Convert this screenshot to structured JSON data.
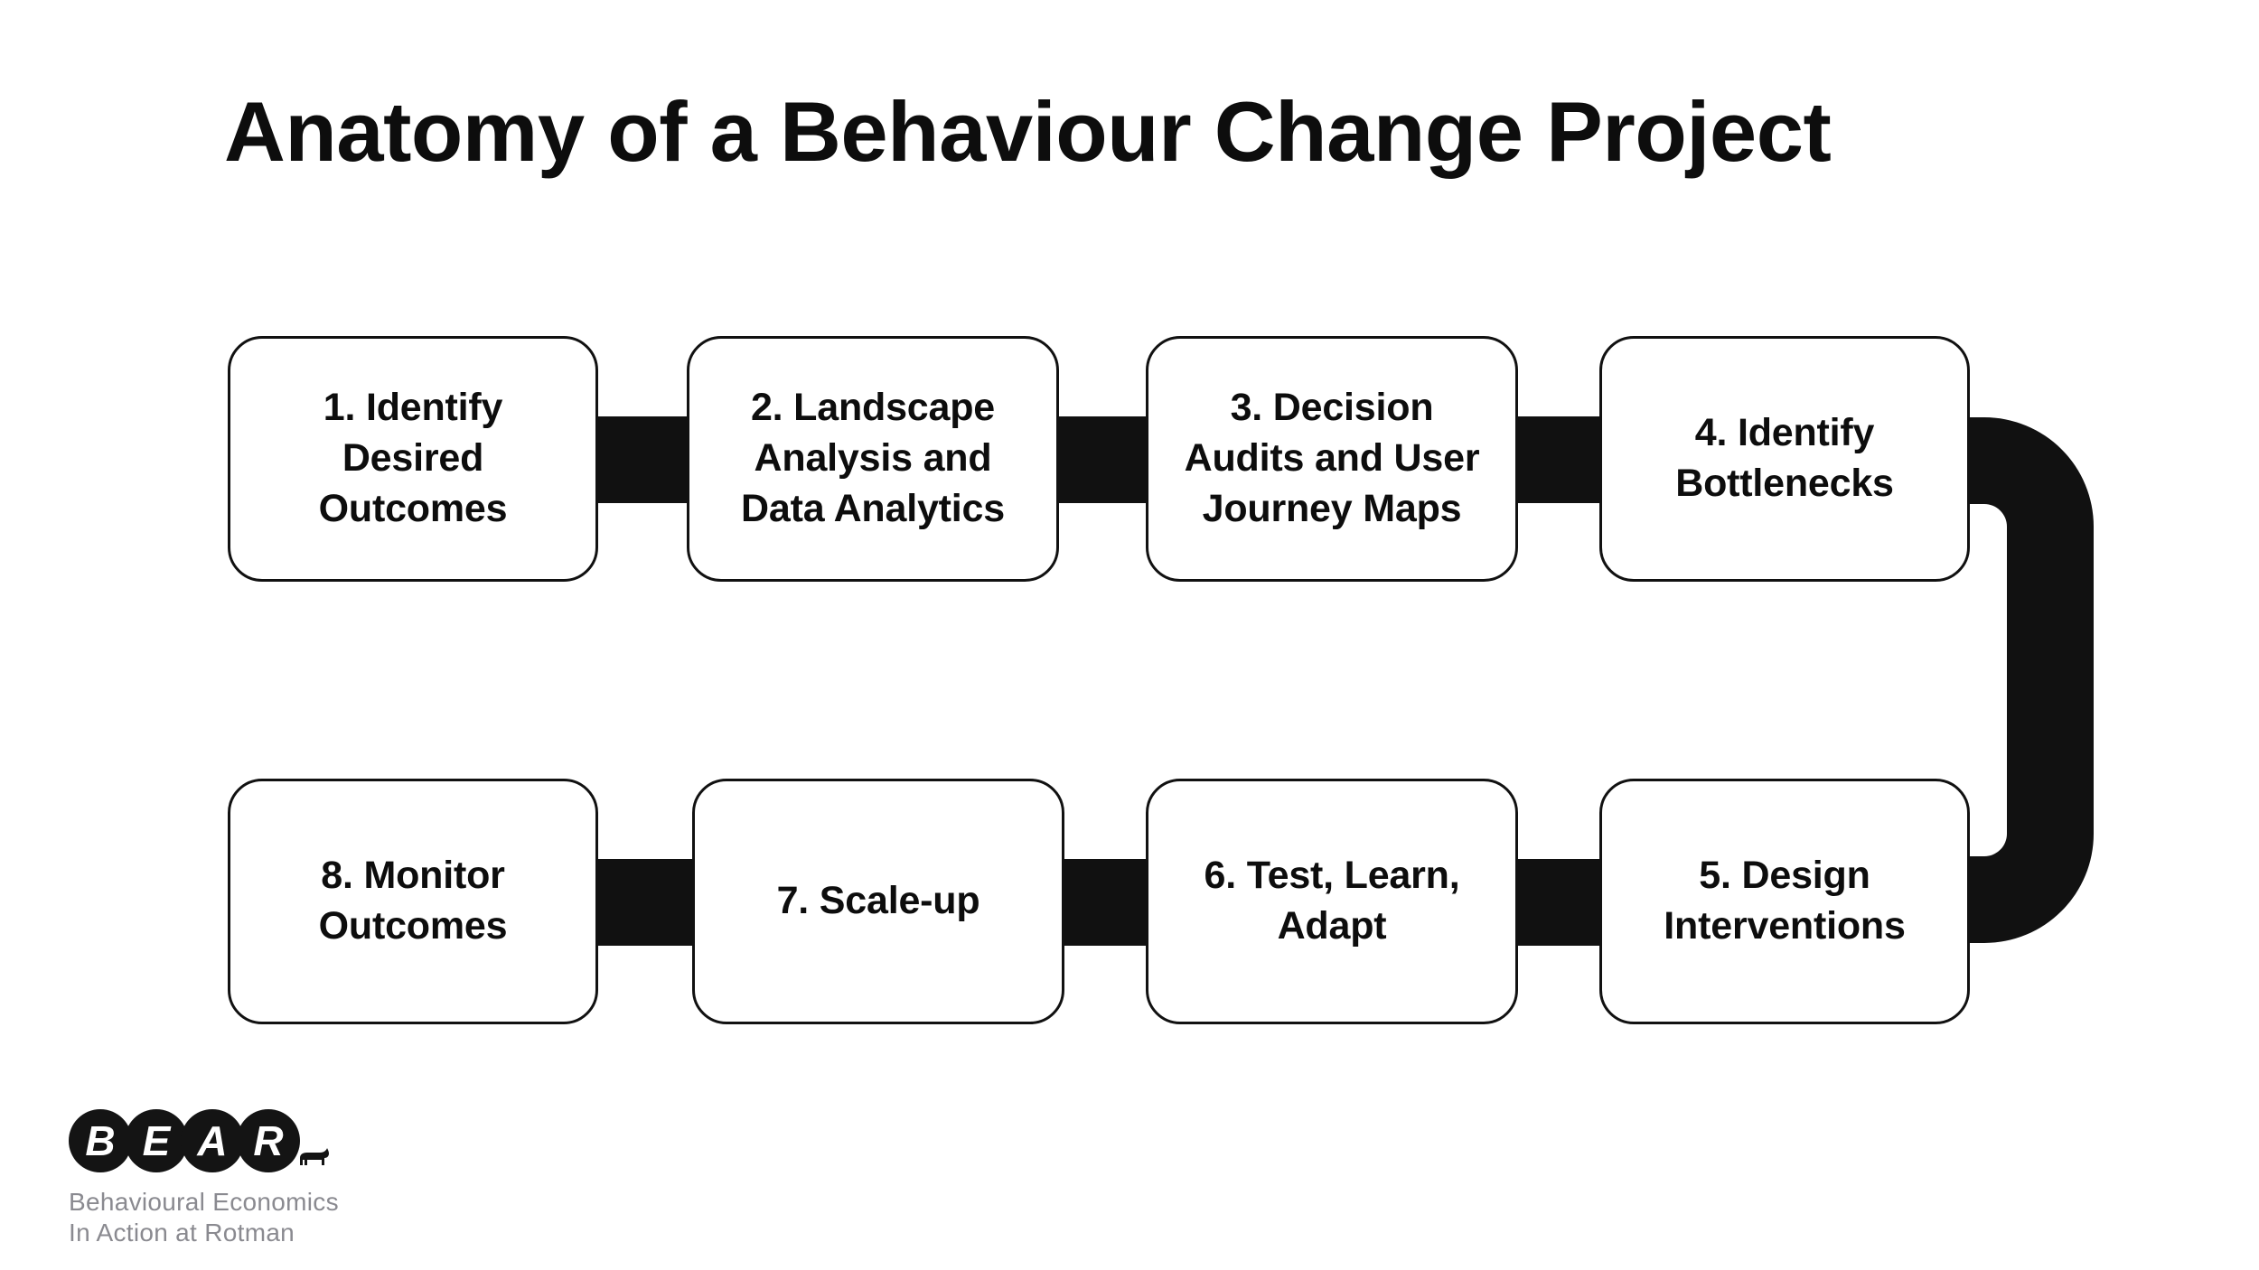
{
  "slide": {
    "title": "Anatomy of a Behaviour Change Project",
    "background_color": "#ffffff",
    "ink_color": "#111111"
  },
  "flow": {
    "row_1": [
      {
        "id": "1",
        "label": "1. Identify\nDesired\nOutcomes"
      },
      {
        "id": "2",
        "label": "2. Landscape\nAnalysis and\nData Analytics"
      },
      {
        "id": "3",
        "label": "3. Decision\nAudits and User\nJourney Maps"
      },
      {
        "id": "4",
        "label": "4. Identify\nBottlenecks"
      }
    ],
    "row_2": [
      {
        "id": "8",
        "label": "8. Monitor\nOutcomes"
      },
      {
        "id": "7",
        "label": "7. Scale-up"
      },
      {
        "id": "6",
        "label": "6. Test, Learn,\nAdapt"
      },
      {
        "id": "5",
        "label": "5. Design\nInterventions"
      }
    ],
    "connector_color": "#111111",
    "connector_style": "thick-bar",
    "wrap_connector": "right-u-turn from step 4 down to step 5"
  },
  "logo": {
    "letters": [
      "B",
      "E",
      "A",
      "R"
    ],
    "mark": "bear-silhouette",
    "tagline": "Behavioural Economics\nIn Action at Rotman",
    "tagline_color": "#8a8a90",
    "disc_color": "#141414"
  }
}
